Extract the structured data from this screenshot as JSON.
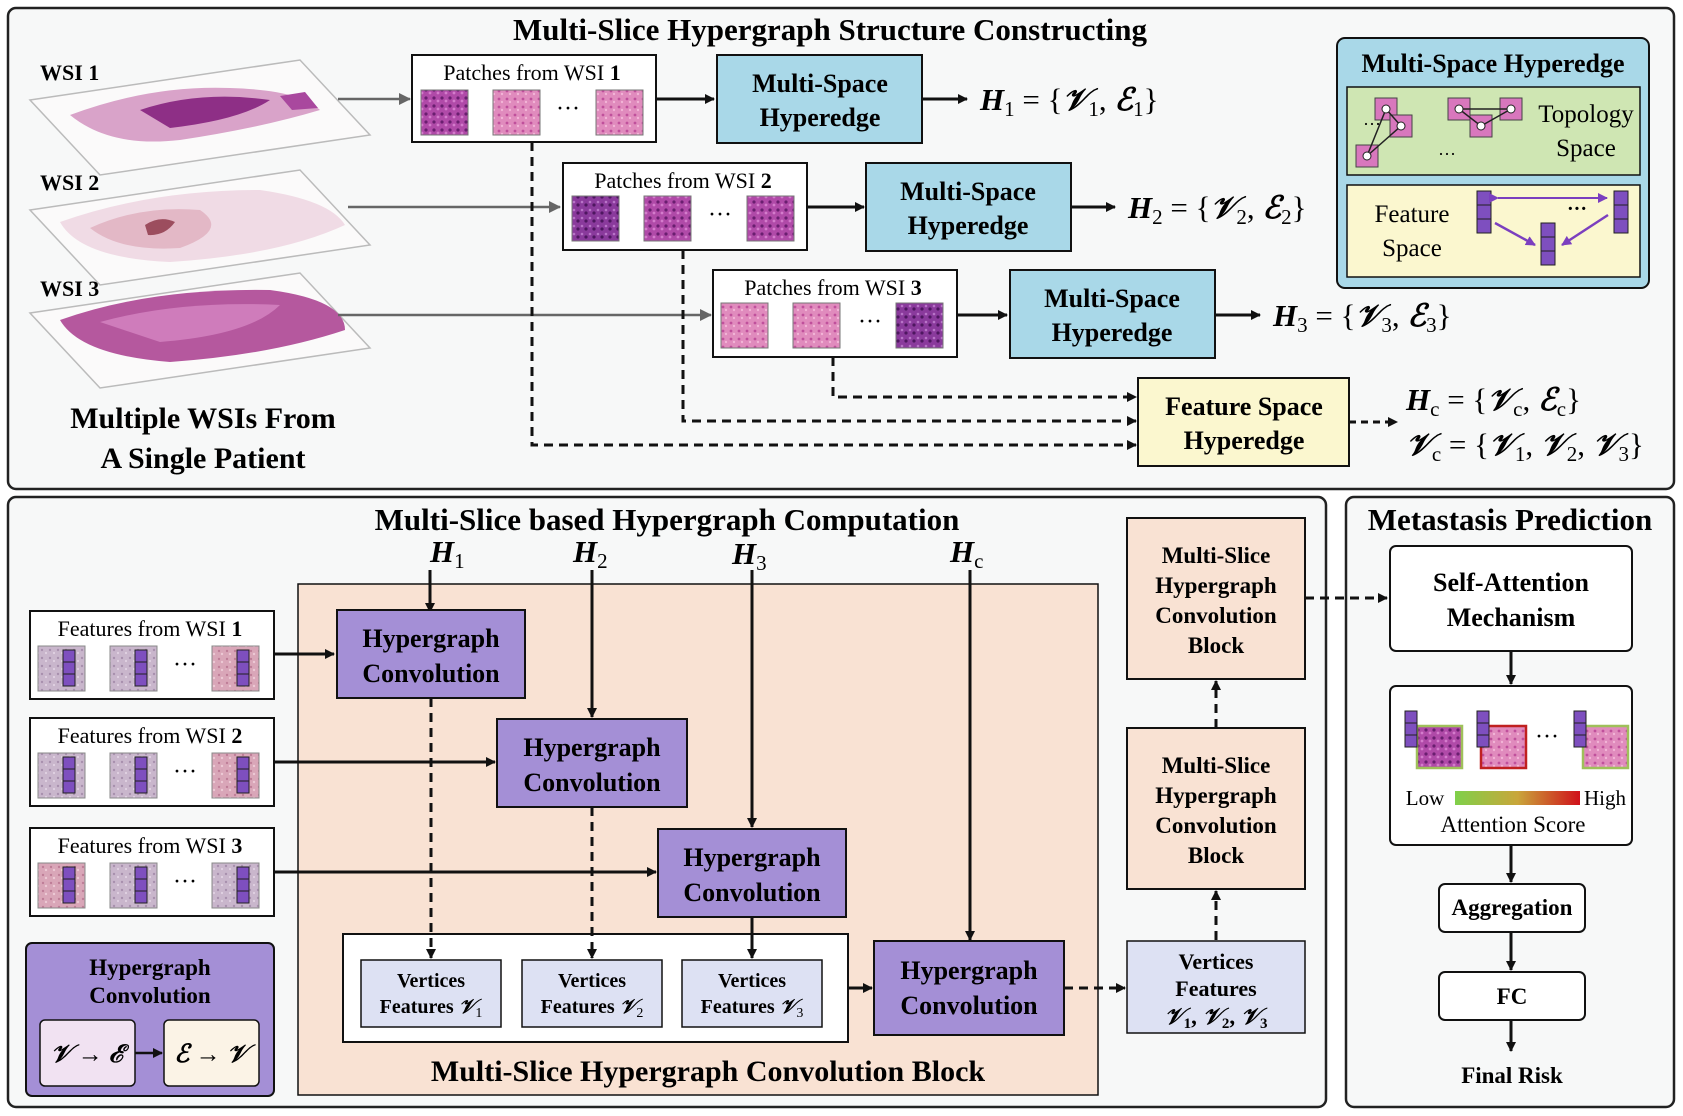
{
  "top_panel": {
    "title": "Multi-Slice Hypergraph Structure Constructing",
    "wsi_labels": [
      "WSI 1",
      "WSI 2",
      "WSI 3"
    ],
    "patient_caption": [
      "Multiple WSIs From",
      "A Single Patient"
    ],
    "patch_rows": [
      {
        "label": "Patches from WSI",
        "num": "1",
        "hyperedge": [
          "Multi-Space",
          "Hyperedge"
        ],
        "H": "H",
        "sub": "1",
        "V": "𝒱",
        "E": "ℰ"
      },
      {
        "label": "Patches from WSI",
        "num": "2",
        "hyperedge": [
          "Multi-Space",
          "Hyperedge"
        ],
        "H": "H",
        "sub": "2",
        "V": "𝒱",
        "E": "ℰ"
      },
      {
        "label": "Patches from WSI",
        "num": "3",
        "hyperedge": [
          "Multi-Space",
          "Hyperedge"
        ],
        "H": "H",
        "sub": "3",
        "V": "𝒱",
        "E": "ℰ"
      }
    ],
    "ellipsis": "···",
    "legend": {
      "title": "Multi-Space Hyperedge",
      "topology": [
        "Topology",
        "Space"
      ],
      "feature": [
        "Feature",
        "Space"
      ]
    },
    "feature_space_hyperedge": [
      "Feature Space",
      "Hyperedge"
    ],
    "hc_eq": "H",
    "hc_sub": "c",
    "vc_sub": "c"
  },
  "middle_panel": {
    "title": "Multi-Slice based Hypergraph Computation",
    "h_inputs": [
      {
        "sym": "H",
        "sub": "1"
      },
      {
        "sym": "H",
        "sub": "2"
      },
      {
        "sym": "H",
        "sub": "3"
      },
      {
        "sym": "H",
        "sub": "c"
      }
    ],
    "features": [
      {
        "label": "Features from WSI",
        "num": "1"
      },
      {
        "label": "Features from WSI",
        "num": "2"
      },
      {
        "label": "Features from WSI",
        "num": "3"
      }
    ],
    "hconv_label": [
      "Hypergraph",
      "Convolution"
    ],
    "vertices": [
      {
        "line1": "Vertices",
        "line2": "Features",
        "sym": "𝒱",
        "sub": "1"
      },
      {
        "line1": "Vertices",
        "line2": "Features",
        "sym": "𝒱",
        "sub": "2"
      },
      {
        "line1": "Vertices",
        "line2": "Features",
        "sym": "𝒱",
        "sub": "3"
      }
    ],
    "block_caption": "Multi-Slice Hypergraph Convolution Block",
    "legend_box": {
      "title": [
        "Hypergraph",
        "Convolution"
      ],
      "left": "𝒱 → ℰ",
      "right": "ℰ → 𝒱"
    },
    "stack_block": [
      "Multi-Slice",
      "Hypergraph",
      "Convolution",
      "Block"
    ],
    "vertices_all": [
      "Vertices",
      "Features"
    ]
  },
  "right_panel": {
    "title": "Metastasis Prediction",
    "self_attention": [
      "Self-Attention",
      "Mechanism"
    ],
    "low": "Low",
    "high": "High",
    "attention_score": "Attention Score",
    "aggregation": "Aggregation",
    "fc": "FC",
    "final": "Final Risk"
  },
  "colors": {
    "hyperedge_blue": "#a9d8e8",
    "feature_yellow": "#fbf7cf",
    "topology_green": "#cfe6b3",
    "conv_purple": "#a48fd6",
    "block_peach": "#f9e2d3",
    "vertex_lavender": "#dde1f3"
  }
}
